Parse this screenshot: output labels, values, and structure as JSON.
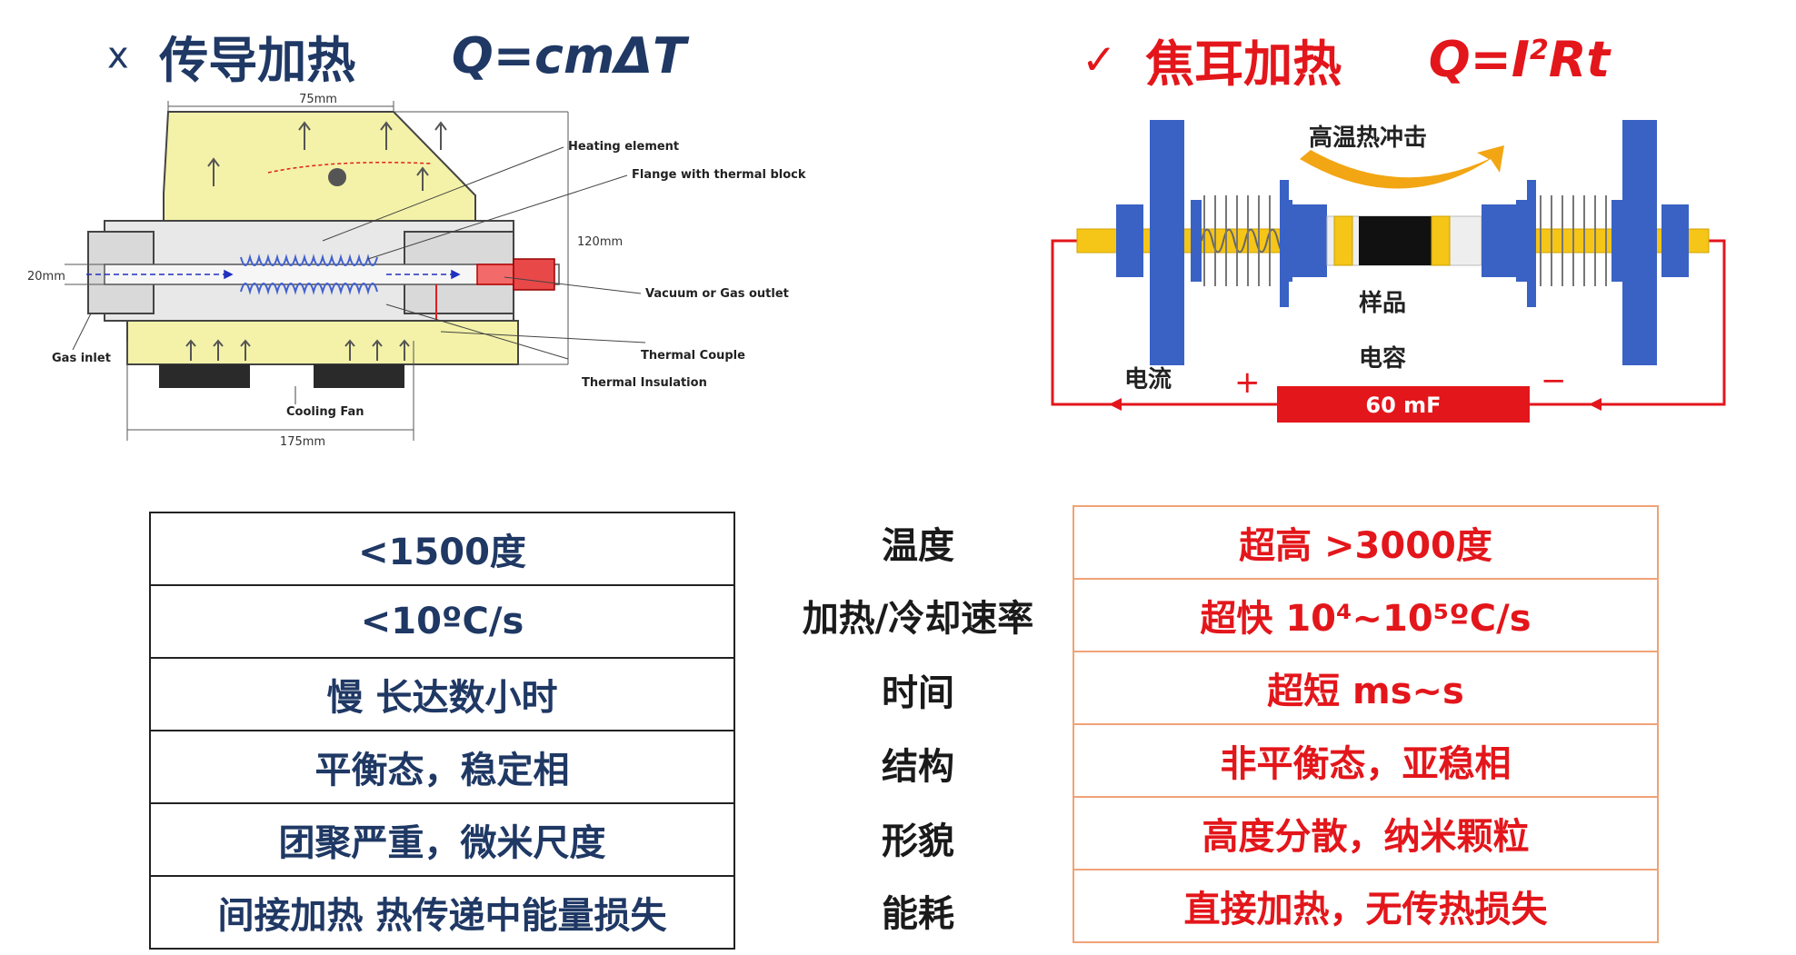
{
  "left": {
    "mark": "x",
    "title": "传导加热",
    "formula": "Q=cmΔT",
    "diagram_labels": {
      "width_top": "75mm",
      "width_bottom": "175mm",
      "height_right": "120mm",
      "height_left": "20mm",
      "heating_element": "Heating element",
      "flange": "Flange with thermal block",
      "vacuum": "Vacuum or Gas outlet",
      "gas_inlet": "Gas inlet",
      "thermal_couple": "Thermal Couple",
      "thermal_insulation": "Thermal Insulation",
      "cooling_fan": "Cooling Fan"
    }
  },
  "right": {
    "mark": "✓",
    "title": "焦耳加热",
    "formula_q": "Q=I",
    "formula_sup": "2",
    "formula_rt": "Rt",
    "diagram_labels": {
      "thermal_shock": "高温热冲击",
      "sample": "样品",
      "current": "电流",
      "capacitor": "电容",
      "plus": "+",
      "minus": "−",
      "capacitance": "60 mF"
    }
  },
  "comparison": {
    "rows": [
      {
        "attr": "温度",
        "left": "<1500度",
        "right": "超高 >3000度"
      },
      {
        "attr": "加热/冷却速率",
        "left": "<10ºC/s",
        "right": "超快  10⁴~10⁵ºC/s"
      },
      {
        "attr": "时间",
        "left": "慢 长达数小时",
        "right": "超短  ms~s"
      },
      {
        "attr": "结构",
        "left": "平衡态，稳定相",
        "right": "非平衡态，亚稳相"
      },
      {
        "attr": "形貌",
        "left": "团聚严重，微米尺度",
        "right": "高度分散，纳米颗粒"
      },
      {
        "attr": "能耗",
        "left": "间接加热  热传递中能量损失",
        "right": "直接加热，无传热损失"
      }
    ]
  },
  "colors": {
    "left_text": "#1f3864",
    "right_text": "#e3161b",
    "right_border": "#f0a276",
    "electrode_blue": "#3a62c4",
    "rod_yellow": "#f5c518",
    "capacitor_red": "#e3161b"
  }
}
